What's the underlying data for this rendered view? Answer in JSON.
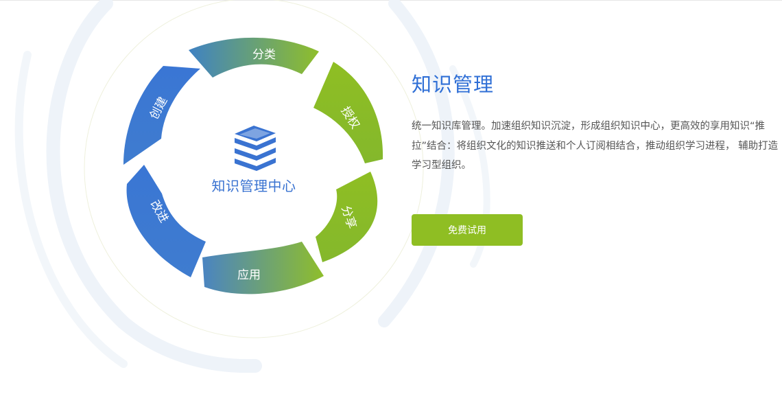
{
  "cycle": {
    "center_title": "知识管理中心",
    "segments": {
      "classify": "分类",
      "authorize": "授权",
      "share": "分享",
      "apply": "应用",
      "improve": "改进",
      "create": "创建"
    }
  },
  "section": {
    "title": "知识管理",
    "description": "统一知识库管理。加速组织知识沉淀，形成组织知识中心，更高效的享用知识“推拉”结合：将组织文化的知识推送和个人订阅相结合，推动组织学习进程， 辅助打造学习型组织。",
    "trial_button": "免费试用"
  },
  "colors": {
    "title_blue": "#2f6fd6",
    "cycle_blue": "#3a75d6",
    "cycle_green": "#8fbe23",
    "button_green": "#8fbe23",
    "body_text": "#555555"
  },
  "icons": {
    "center_icon": "stacked-books-icon"
  }
}
